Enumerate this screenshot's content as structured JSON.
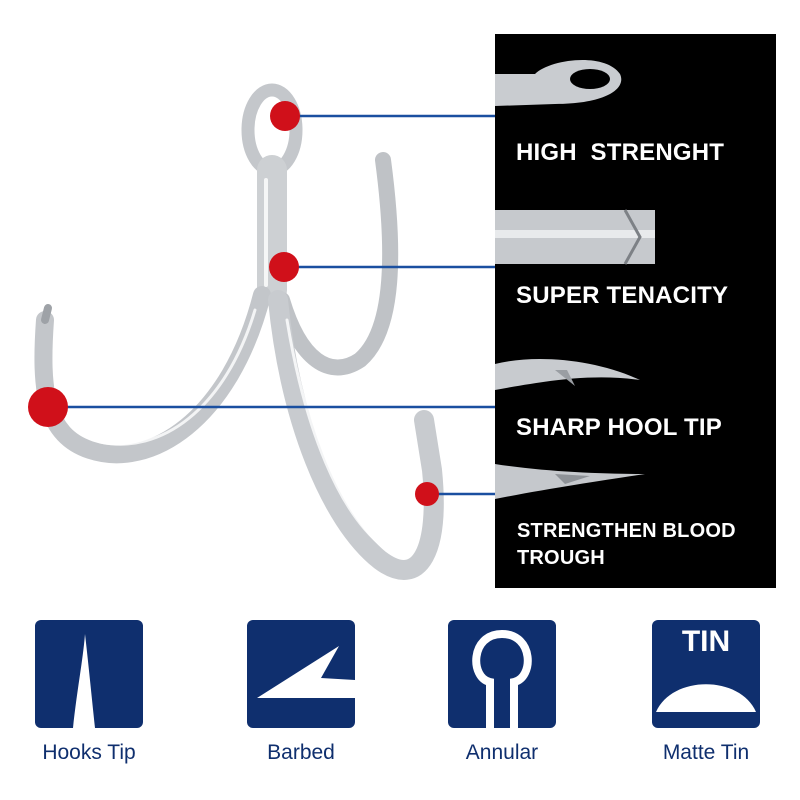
{
  "features": [
    {
      "label": "HIGH  STRENGHT"
    },
    {
      "label": "SUPER TENACITY"
    },
    {
      "label": "SHARP HOOL TIP"
    },
    {
      "label": "STRENGTHEN BLOOD TROUGH"
    }
  ],
  "badges": [
    {
      "label": "Hooks Tip",
      "icon": "hook-tip-icon"
    },
    {
      "label": "Barbed",
      "icon": "barb-icon"
    },
    {
      "label": "Annular",
      "icon": "ring-eye-icon"
    },
    {
      "label": "Matte Tin",
      "icon": "tin-dome-icon",
      "inner_text": "TIN"
    }
  ],
  "colors": {
    "badge_blue": "#0f2f6e",
    "marker_red": "#d0101a",
    "leader_line_blue": "#1a4fa0",
    "panel_black": "#000000"
  }
}
